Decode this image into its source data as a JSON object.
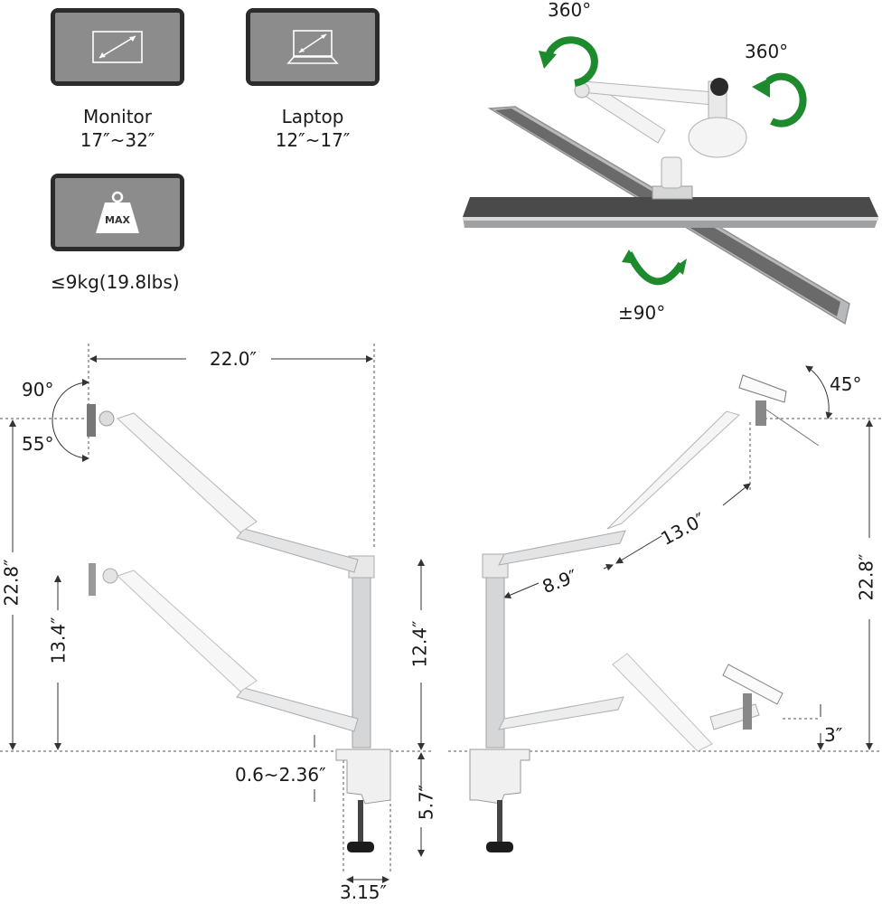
{
  "specs": {
    "monitor": {
      "label": "Monitor",
      "range": "17″~32″",
      "icon": "monitor-size-icon"
    },
    "laptop": {
      "label": "Laptop",
      "range": "12″~17″",
      "icon": "laptop-size-icon"
    },
    "load": {
      "label": "≤9kg(19.8lbs)",
      "icon_text": "MAX",
      "icon": "weight-icon"
    }
  },
  "rotation": {
    "swivel_left": "360°",
    "swivel_right": "360°",
    "tilt": "±90°",
    "arrow_color": "#1e8a2e"
  },
  "dimensions_left": {
    "reach": "22.0″",
    "tilt_up": "90°",
    "tilt_down": "55°",
    "max_height": "22.8″",
    "min_height": "13.4″",
    "pole_height": "12.4″",
    "clamp_range": "0.6~2.36″",
    "clamp_depth": "5.7″",
    "base_width": "3.15″"
  },
  "dimensions_right": {
    "laptop_tilt": "45°",
    "forearm": "13.0″",
    "upper_arm": "8.9″",
    "max_height": "22.8″",
    "min_height": "3″"
  },
  "colors": {
    "icon_frame": "#2b2b2b",
    "icon_screen": "#8c8c8c",
    "metal": "#c9cbcd",
    "arm": "#f2f2f2",
    "dim_line": "#333333"
  }
}
